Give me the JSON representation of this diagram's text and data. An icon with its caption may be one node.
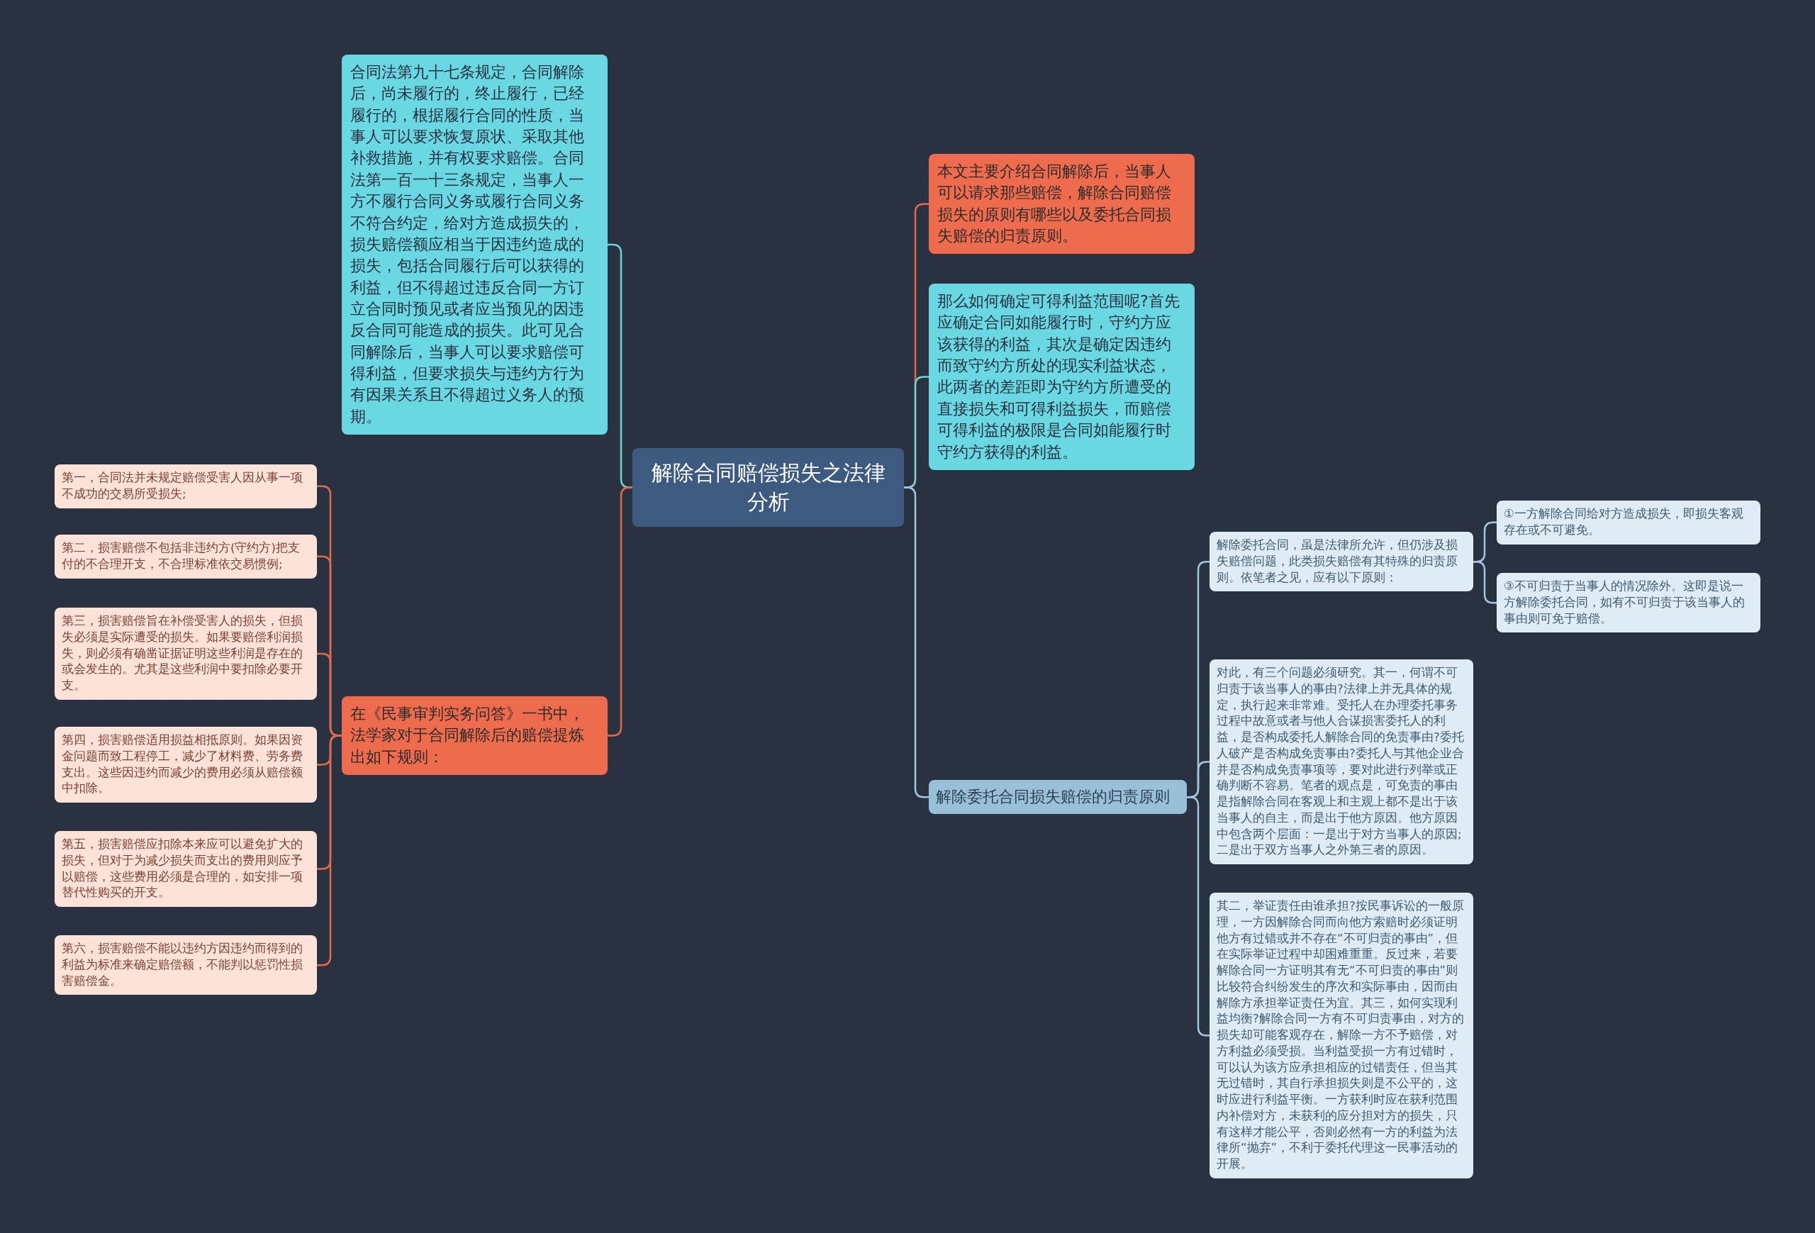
{
  "diagram": {
    "nodes": [
      {
        "text": [
          "解除合同赔偿损失之法律分析"
        ]
      },
      {
        "text": [
          "合同法第九十七条规定，合同解除后，尚未履行的，终止履行，已经履行的，根据履行合同的性质，当事人可以要求恢复原状、采取其他补救措施，并有权要求赔偿。合同法第一百一十三条规定，当事人一方不履行合同义务或履行合同义务不符合约定，给对方造成损失的，损失赔偿额应相当于因违约造成的损失，包括合同履行后可以获得的利益，但不得超过违反合同一方订立合同时预见或者应当预见的因违反合同可能造成的损失。此可见合同解除后，当事人可以要求赔偿可得利益，但要求损失与违约方行为有因果关系且不得超过义务人的预期。"
        ]
      },
      {
        "text": [
          "在《民事审判实务问答》一书中，法学家对于合同解除后的赔偿提炼出如下规则："
        ]
      },
      {
        "text": [
          "第一，合同法并未规定赔偿受害人因从事一项不成功的交易所受损失;"
        ]
      },
      {
        "text": [
          "第二，损害赔偿不包括非违约方(守约方)把支付的不合理开支，不合理标准依交易惯例;"
        ]
      },
      {
        "text": [
          "第三，损害赔偿旨在补偿受害人的损失，但损失必须是实际遭受的损失。如果要赔偿利润损失，则必须有确凿证据证明这些利润是存在的或会发生的。尤其是这些利润中要扣除必要开支。"
        ]
      },
      {
        "text": [
          "第四，损害赔偿适用损益相抵原则。如果因资金问题而致工程停工，减少了材料费、劳务费支出。这些因违约而减少的费用必须从赔偿额中扣除。"
        ]
      },
      {
        "text": [
          "第五，损害赔偿应扣除本来应可以避免扩大的损失，但对于为减少损失而支出的费用则应予以赔偿，这些费用必须是合理的，如安排一项替代性购买的开支。"
        ]
      },
      {
        "text": [
          "第六，损害赔偿不能以违约方因违约而得到的利益为标准来确定赔偿额，不能判以惩罚性损害赔偿金。"
        ]
      },
      {
        "text": [
          "本文主要介绍合同解除后，当事人可以请求那些赔偿，解除合同赔偿损失的原则有哪些以及委托合同损失赔偿的归责原则。"
        ]
      },
      {
        "text": [
          "那么如何确定可得利益范围呢?首先应确定合同如能履行时，守约方应该获得的利益，其次是确定因违约而致守约方所处的现实利益状态，此两者的差距即为守约方所遭受的直接损失和可得利益损失，而赔偿可得利益的极限是合同如能履行时守约方获得的利益。"
        ]
      },
      {
        "text": [
          "解除委托合同损失赔偿的归责原则"
        ]
      },
      {
        "text": [
          "解除委托合同，虽是法律所允许，但仍涉及损失赔偿问题，此类损失赔偿有其特殊的归责原则。依笔者之见，应有以下原则："
        ]
      },
      {
        "text": [
          "①一方解除合同给对方造成损失，即损失客观存在或不可避免。"
        ]
      },
      {
        "text": [
          "③不可归责于当事人的情况除外。这即是说一方解除委托合同，如有不可归责于该当事人的事由则可免于赔偿。"
        ]
      },
      {
        "text": [
          "对此，有三个问题必须研究。其一，何谓不可归责于该当事人的事由?法律上并无具体的规定，执行起来非常难。受托人在办理委托事务过程中故意或者与他人合谋损害委托人的利益，是否构成委托人解除合同的免责事由?委托人破产是否构成免责事由?委托人与其他企业合并是否构成免责事项等，要对此进行列举或正确判断不容易。笔者的观点是，可免责的事由是指解除合同在客观上和主观上都不是出于该当事人的自主，而是出于他方原因。他方原因中包含两个层面：一是出于对方当事人的原因;二是出于双方当事人之外第三者的原因。"
        ]
      },
      {
        "text": [
          "其二，举证责任由谁承担?按民事诉讼的一般原理，一方因解除合同而向他方索赔时必须证明他方有过错或并不存在“不可归责的事由”，但在实际举证过程中却困难重重。反过来，若要解除合同一方证明其有无“不可归责的事由”则比较符合纠纷发生的序次和实际事由，因而由解除方承担举证责任为宜。其三，如何实现利益均衡?解除合同一方有不可归责事由，对方的损失却可能客观存在，解除一方不予赔偿，对方利益必须受损。当利益受损一方有过错时，可以认为该方应承担相应的过错责任，但当其无过错时，其自行承担损失则是不公平的，这时应进行利益平衡。一方获利时应在获利范围内补偿对方，未获利的应分担对方的损失，只有这样才能公平，否则必然有一方的利益为法律所“抛弃”，不利于委托代理这一民事活动的开展。"
        ]
      }
    ],
    "edges": [
      {
        "from": 0,
        "to": 1,
        "arrow": "none",
        "color": "#6fd3dc"
      },
      {
        "from": 0,
        "to": 2,
        "arrow": "none"
      },
      {
        "from": 2,
        "to": 3,
        "arrow": "none"
      },
      {
        "from": 2,
        "to": 4,
        "arrow": "none"
      },
      {
        "from": 2,
        "to": 5,
        "arrow": "none"
      },
      {
        "from": 2,
        "to": 6,
        "arrow": "none"
      },
      {
        "from": 2,
        "to": 7,
        "arrow": "none"
      },
      {
        "from": 2,
        "to": 8,
        "arrow": "none"
      },
      {
        "from": 0,
        "to": 9,
        "arrow": "none"
      },
      {
        "from": 0,
        "to": 10,
        "arrow": "none",
        "color": "#6fd3dc"
      },
      {
        "from": 0,
        "to": 11,
        "arrow": "none",
        "color": "#a7c7e0"
      },
      {
        "from": 11,
        "to": 12,
        "arrow": "none",
        "color": "#a7c7e0"
      },
      {
        "from": 12,
        "to": 13,
        "arrow": "none",
        "color": "#a7c7e0"
      },
      {
        "from": 12,
        "to": 14,
        "arrow": "none",
        "color": "#a7c7e0"
      },
      {
        "from": 11,
        "to": 15,
        "arrow": "none",
        "color": "#a7c7e0"
      },
      {
        "from": 11,
        "to": 16,
        "arrow": "none",
        "color": "#a7c7e0"
      }
    ]
  }
}
